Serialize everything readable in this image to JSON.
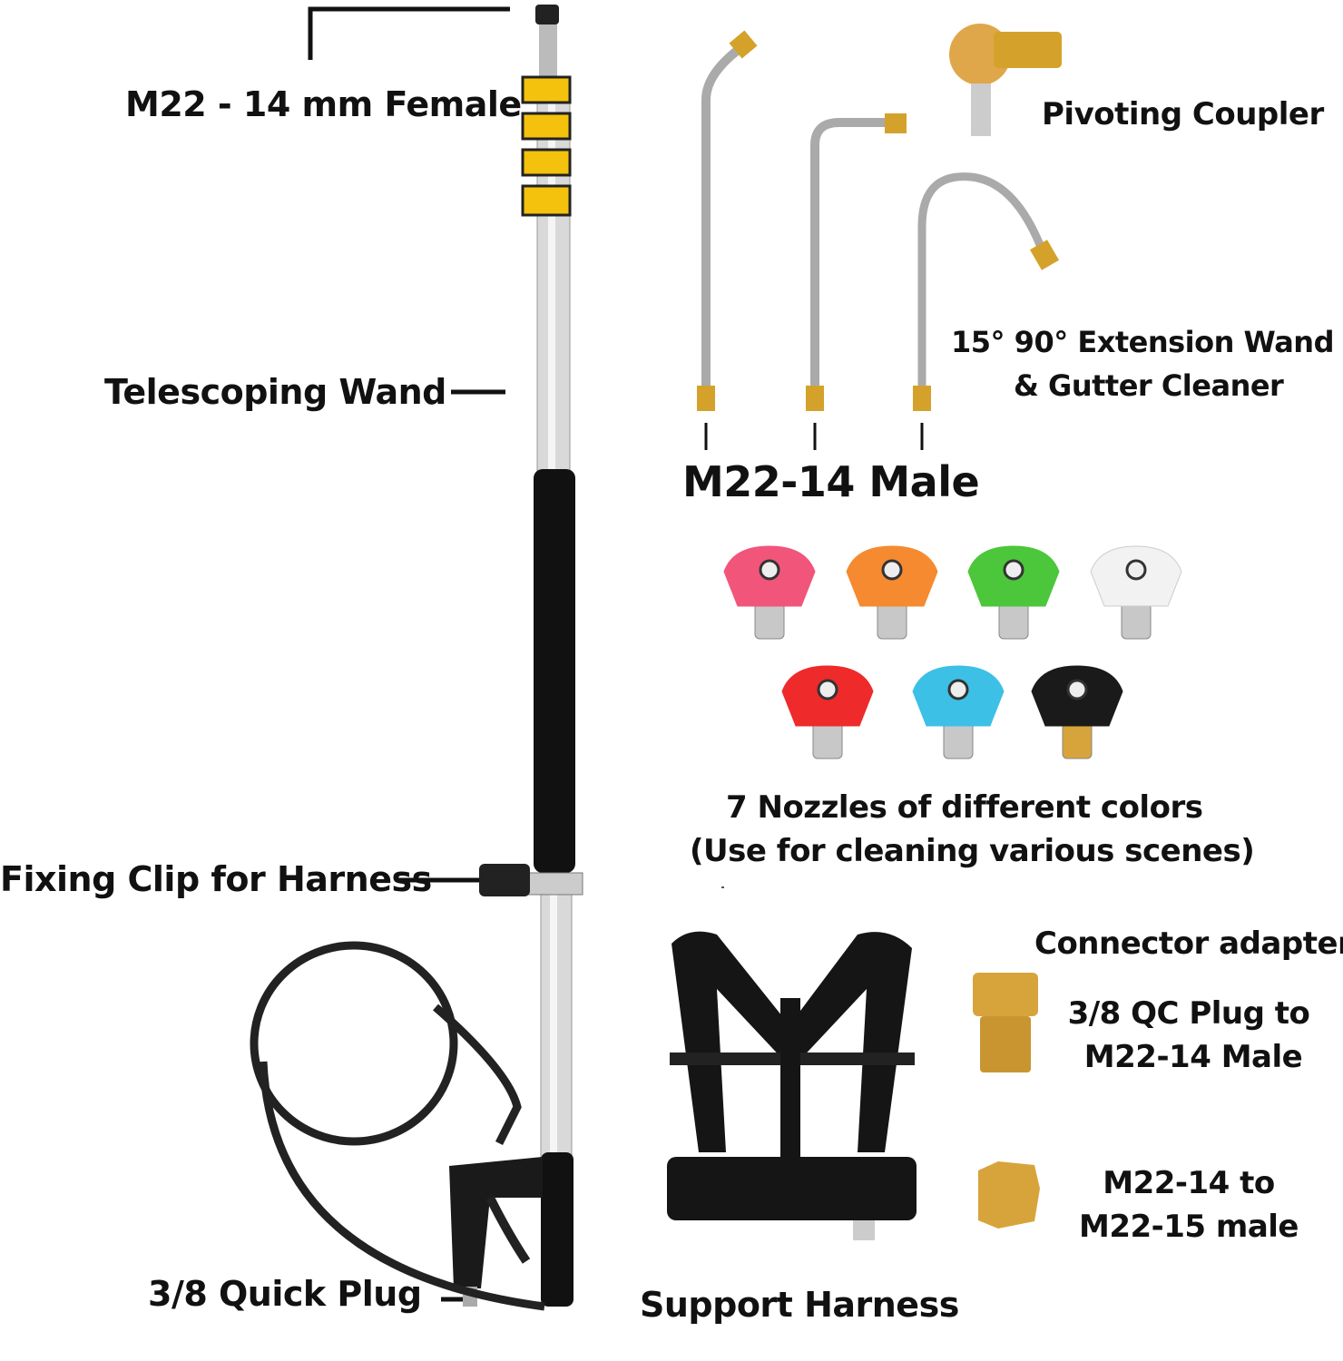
{
  "labels": {
    "female": "M22 - 14 mm Female",
    "coupler": "Pivoting Coupler",
    "telescoping": "Telescoping Wand",
    "extension_1": "15° 90° Extension Wand",
    "extension_2": "& Gutter Cleaner",
    "male": "M22-14 Male",
    "nozzles_1": "7 Nozzles of different colors",
    "nozzles_2": "(Use for cleaning various scenes)",
    "clip": "Fixing Clip for Harness",
    "connector": "Connector adapter",
    "adapter1_1": "3/8 QC Plug to",
    "adapter1_2": "M22-14 Male",
    "adapter2_1": "M22-14 to",
    "adapter2_2": "M22-15 male",
    "harness": "Support Harness",
    "quick_plug": "3/8  Quick Plug"
  },
  "nozzle_colors": [
    "#f2557a",
    "#f58a30",
    "#4cc63a",
    "#f2f2f2",
    "#ee2a2a",
    "#3cc0e6",
    "#1a1a1a"
  ]
}
